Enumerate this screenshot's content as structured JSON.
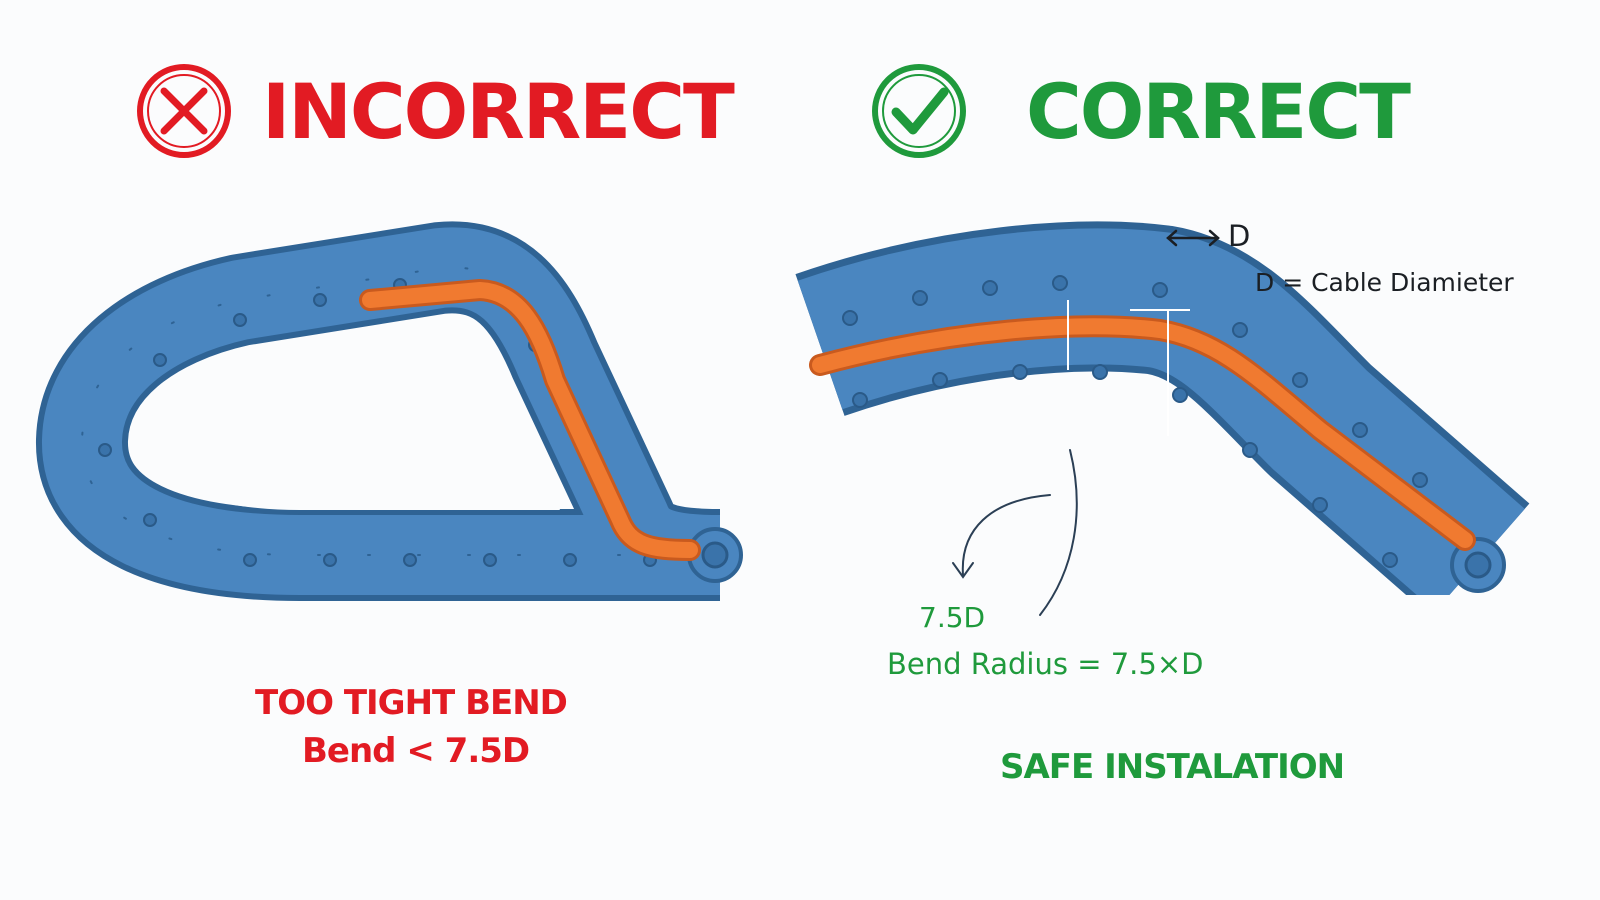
{
  "left": {
    "heading": "INCORRECT",
    "icon": "cross-circle-icon",
    "caption_line1": "TOO TIGHT BEND",
    "caption_line2": "Bend < 7.5D",
    "color": "#e21b23"
  },
  "right": {
    "heading": "CORRECT",
    "icon": "check-circle-icon",
    "diameter_symbol": "D",
    "diameter_note": "D = Cable Diamieter",
    "radius_value": "7.5D",
    "radius_formula": "Bend Radius = 7.5×D",
    "caption": "SAFE INSTALATION",
    "color": "#1f9a3c"
  },
  "colors": {
    "chain_blue": "#4a86c0",
    "chain_dark": "#2f6394",
    "cable_orange": "#f07a30",
    "background": "#fbfcfd"
  }
}
